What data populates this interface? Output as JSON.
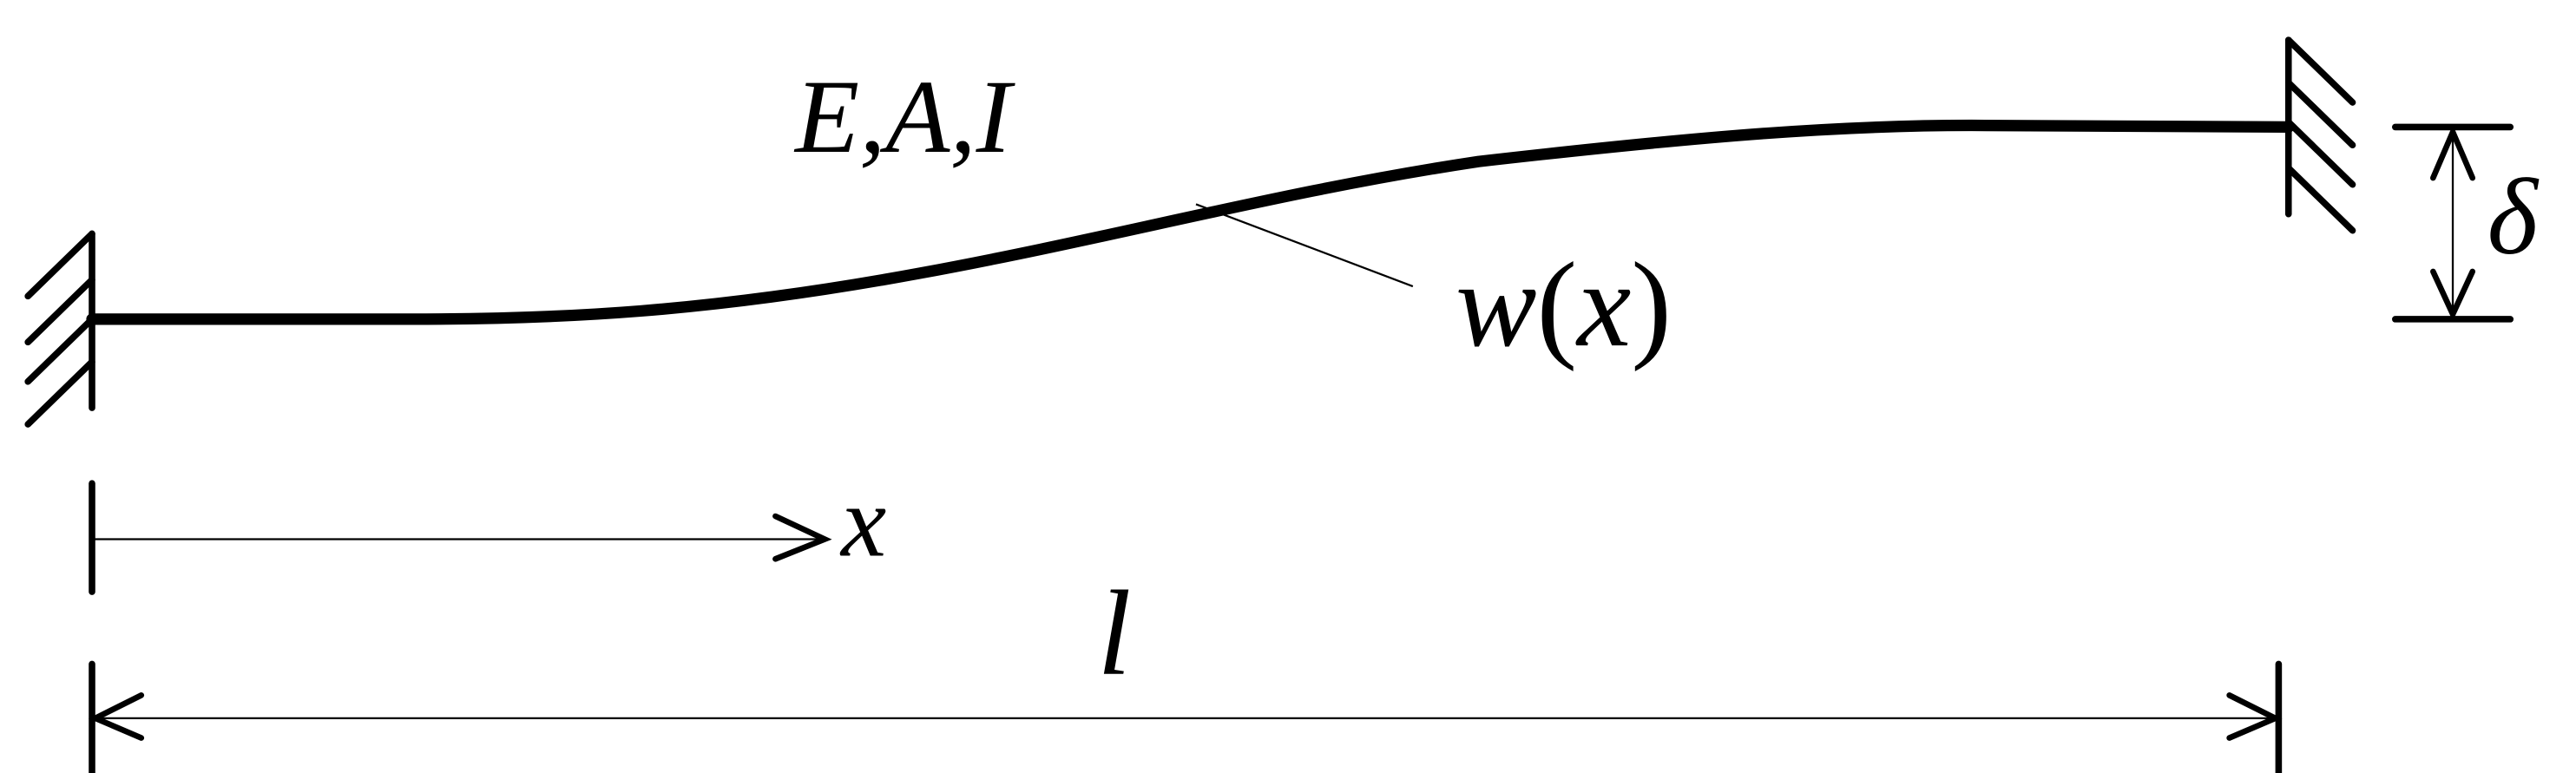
{
  "labels": {
    "properties": "E,A,I",
    "deflection_fn": "w",
    "deflection_paren_open": "(",
    "deflection_arg": "x",
    "deflection_paren_close": ")",
    "x_axis": "x",
    "length": "l",
    "offset": "δ"
  },
  "colors": {
    "stroke": "#000000",
    "background": "#ffffff"
  }
}
